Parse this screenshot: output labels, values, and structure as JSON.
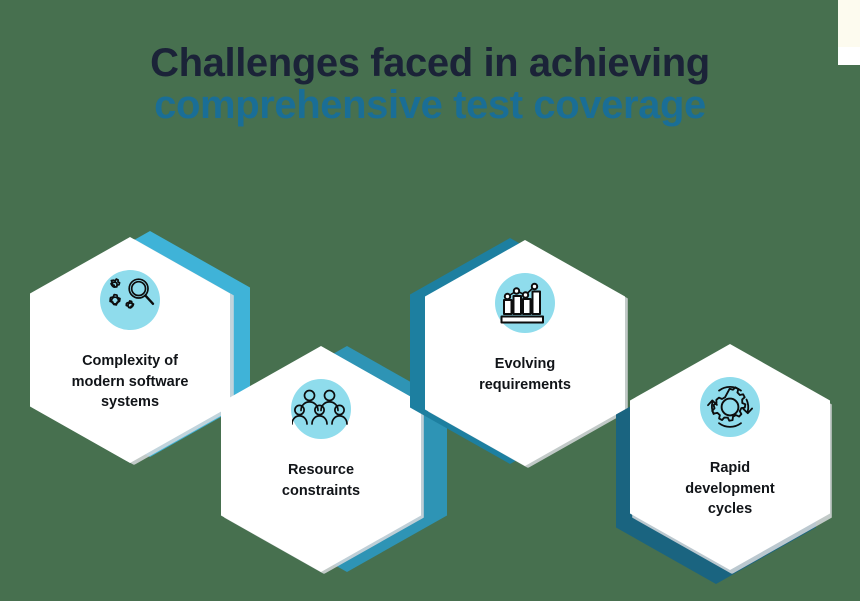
{
  "page": {
    "background_color": "#47704f",
    "edge_strip_cream_color": "#fdfbef",
    "edge_strip_white_color": "#ffffff"
  },
  "heading": {
    "line1": "Challenges faced in achieving",
    "line1_color": "#1b2338",
    "line2": "comprehensive test coverage",
    "line2_color": "#1a6e96"
  },
  "cards": [
    {
      "label": "Complexity of\nmodern software\nsystems",
      "icon": "gears-magnifier-icon",
      "icon_disc_color": "#8fdcec",
      "accent_color": "#3fb3d8"
    },
    {
      "label": "Resource\nconstraints",
      "icon": "group-of-people-icon",
      "icon_disc_color": "#8fdcec",
      "accent_color": "#2e94b5"
    },
    {
      "label": "Evolving\nrequirements",
      "icon": "bar-chart-trendline-icon",
      "icon_disc_color": "#8fdcec",
      "accent_color": "#1d7fa0"
    },
    {
      "label": "Rapid\ndevelopment\ncycles",
      "icon": "gear-refresh-cycle-icon",
      "icon_disc_color": "#8fdcec",
      "accent_color": "#1a6480"
    }
  ]
}
